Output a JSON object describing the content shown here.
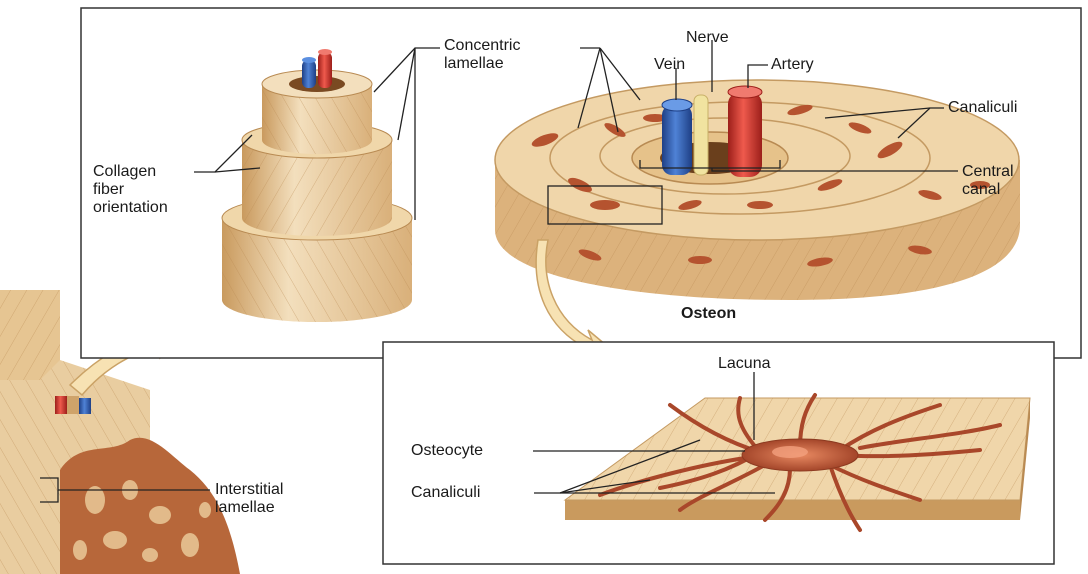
{
  "labels": {
    "concentric_lamellae": "Concentric\nlamellae",
    "nerve": "Nerve",
    "vein": "Vein",
    "artery": "Artery",
    "canaliculi_top": "Canaliculi",
    "collagen": "Collagen\nfiber\norientation",
    "central_canal": "Central\ncanal",
    "osteon": "Osteon",
    "lacuna": "Lacuna",
    "osteocyte": "Osteocyte",
    "canaliculi_bottom": "Canaliculi",
    "interstitial_lamellae": "Interstitial\nlamellae"
  },
  "colors": {
    "bone": "#e8c99a",
    "bone_dark": "#c99a5e",
    "bone_light": "#f3dfbd",
    "vein": "#2f5fb3",
    "artery": "#d6322a",
    "nerve": "#f1e3a0",
    "osteocyte": "#b5532f",
    "arrow": "#f7e2b3",
    "frame": "#333333"
  }
}
